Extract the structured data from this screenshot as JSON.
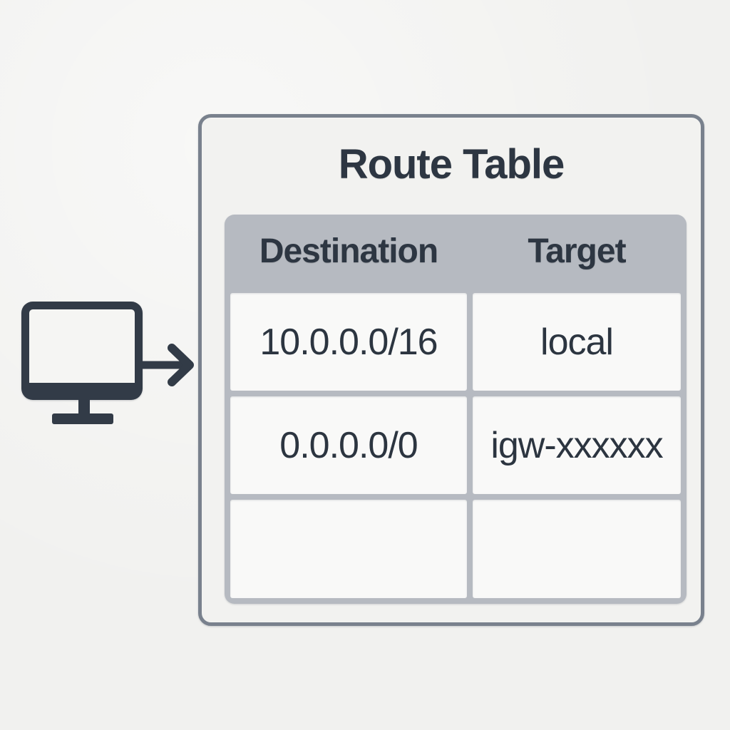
{
  "diagram": {
    "title": "Route Table",
    "source_icon": "desktop-computer",
    "connector": "arrow-right",
    "table": {
      "columns": [
        "Destination",
        "Target"
      ],
      "rows": [
        {
          "destination": "10.0.0.0/16",
          "target": "local"
        },
        {
          "destination": "0.0.0.0/0",
          "target": "igw-xxxxxx"
        },
        {
          "destination": "",
          "target": ""
        }
      ]
    }
  },
  "colors": {
    "page_background": "#f1f1ef",
    "box_border": "#79818d",
    "table_grid_gray": "#b6bac1",
    "cell_background": "#f9f9f8",
    "text_dark": "#2d3642",
    "icon_dark": "#323b47"
  }
}
